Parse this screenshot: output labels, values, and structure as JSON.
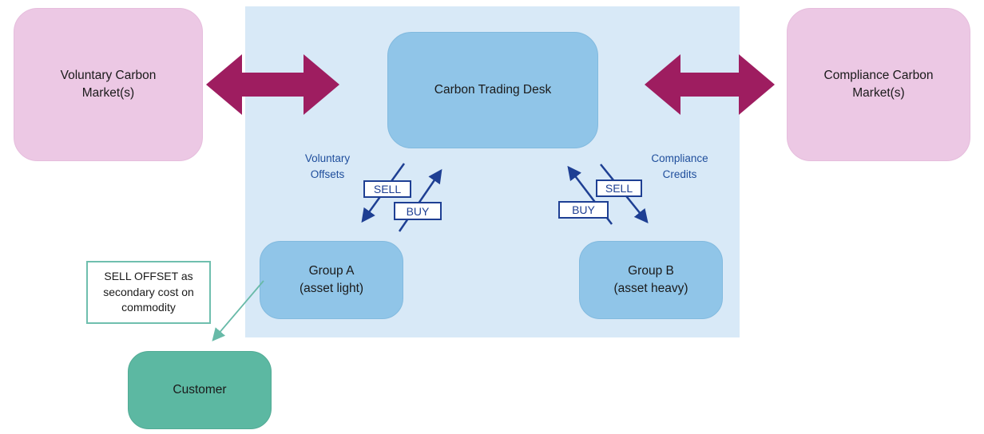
{
  "diagram": {
    "voluntary_market": "Voluntary Carbon\nMarket(s)",
    "compliance_market": "Compliance Carbon\nMarket(s)",
    "trading_desk": "Carbon Trading Desk",
    "group_a": "Group A\n(asset light)",
    "group_b": "Group B\n(asset heavy)",
    "customer": "Customer",
    "note": "SELL OFFSET as\nsecondary cost on\ncommodity",
    "voluntary_offsets_label": "Voluntary\nOffsets",
    "compliance_credits_label": "Compliance\nCredits",
    "left_sell_tag": "SELL",
    "left_buy_tag": "BUY",
    "right_sell_tag": "SELL",
    "right_buy_tag": "BUY"
  },
  "colors": {
    "pink_market": "#ecc8e4",
    "light_blue_region": "#d8e9f7",
    "blue_node": "#90c5e8",
    "teal_node": "#5cb8a2",
    "teal_arrow": "#68baa8",
    "navy_arrow": "#1e3f93",
    "blue_label_text": "#1f4e9c",
    "maroon_arrow": "#9e1d60",
    "text": "#1a1a1a"
  }
}
